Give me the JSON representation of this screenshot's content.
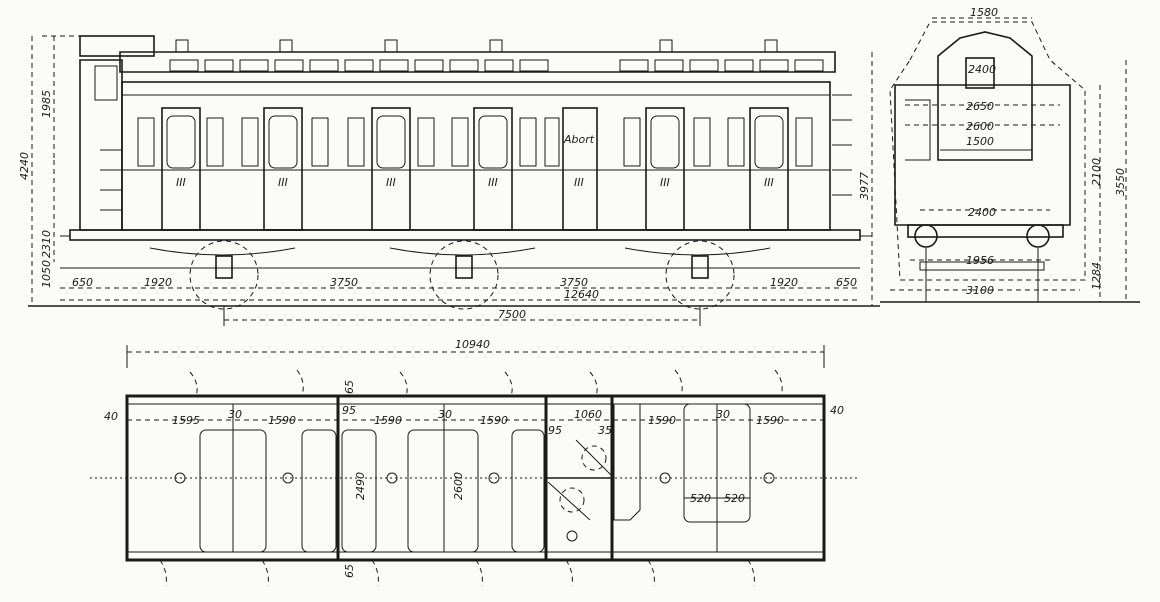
{
  "side_view": {
    "dims": {
      "total_height": "4240",
      "upper_height": "1985",
      "lower_height": "2310",
      "floor_height": "1050",
      "body_height": "3977",
      "end_left": "650",
      "overhang_left": "1920",
      "wheelbase_a": "3750",
      "wheelbase_b": "3750",
      "overhang_right": "1920",
      "end_right": "650",
      "overall_length": "12640",
      "total_wheelbase": "7500"
    },
    "labels": {
      "toilet": "Abort",
      "class_mark": "III"
    }
  },
  "end_view": {
    "dims": {
      "lantern_width": "1580",
      "upper_window": "2400",
      "width_top": "2650",
      "width_mid": "2600",
      "lantern_lower": "1500",
      "frame_width": "2400",
      "height_right": "2100",
      "total_height": "3550",
      "axle_height": "1284",
      "track_gauge": "1956",
      "buffer_width": "3100"
    }
  },
  "plan_view": {
    "dims": {
      "overall": "10940",
      "left_margin": "40",
      "comp1": "1595",
      "gap1": "30",
      "comp2": "1590",
      "wall_a": "95",
      "comp3": "1590",
      "gap2": "30",
      "comp4": "1590",
      "wall_b": "95",
      "toilet": "1060",
      "toilet_wall": "35",
      "comp5": "1590",
      "gap3": "30",
      "comp6": "1590",
      "right_margin": "40",
      "width_a": "2490",
      "width_b": "2600",
      "top_wall": "65",
      "bottom_wall": "65",
      "seat_a": "520",
      "seat_b": "520"
    }
  }
}
